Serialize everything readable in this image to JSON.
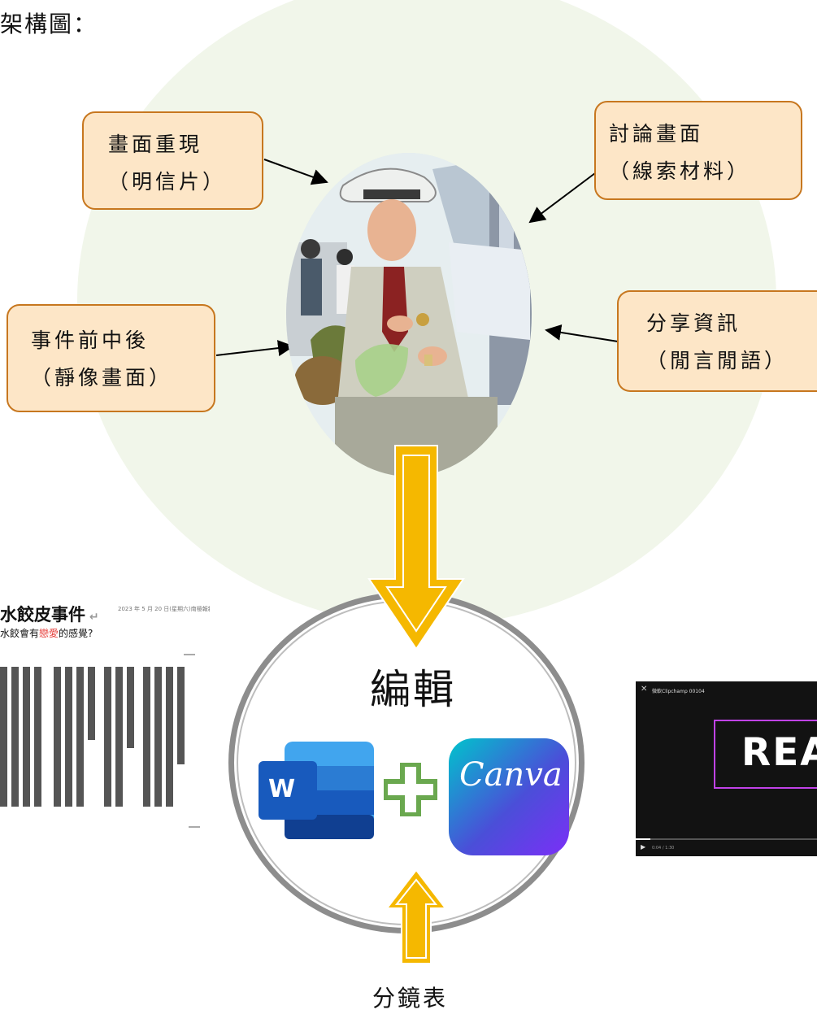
{
  "heading": "架構圖：",
  "boxes": {
    "scene": {
      "line1": "畫面重現",
      "line2": "（明信片）"
    },
    "discuss": {
      "line1": "討論畫面",
      "line2": "（線索材料）"
    },
    "event": {
      "line1": "事件前中後",
      "line2": "（靜像畫面）"
    },
    "share": {
      "line1": "分享資訊",
      "line2": "（閒言閒語）"
    }
  },
  "center": {
    "edit_label": "編輯",
    "storyboard_label": "分鏡表"
  },
  "apps": {
    "word_letter": "W",
    "canva_name": "Canva"
  },
  "document": {
    "title": "水餃皮事件",
    "subtitle_prefix": "水餃會有",
    "subtitle_highlight": "戀愛",
    "subtitle_suffix": "的感覺?",
    "date": "2023 年 5 月 20 日(星期六)南極報新報"
  },
  "video": {
    "title": "微軟Clipchamp 00104",
    "big_text": "REA",
    "time": "0:04 / 1:30"
  },
  "colors": {
    "box_fill": "#fde6c7",
    "box_border": "#c7771f",
    "arrow": "#f5b800",
    "background_circle": "#f1f6ea",
    "highlight": "#e53935"
  }
}
